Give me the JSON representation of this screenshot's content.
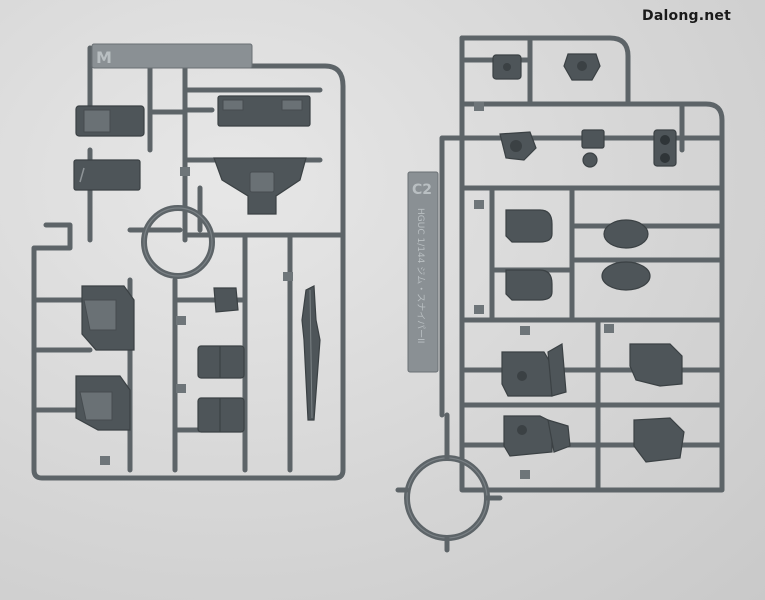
{
  "watermark": "Dalong.net",
  "left_tree": {
    "tag_letter": "M"
  },
  "right_tree": {
    "tag_letter": "C2",
    "side_label": "HGUC 1/144 ジム・スナイパーII"
  },
  "colors": {
    "background": "#d9d9d9",
    "plastic": "#5d6468",
    "part_dark": "#4e5559"
  }
}
